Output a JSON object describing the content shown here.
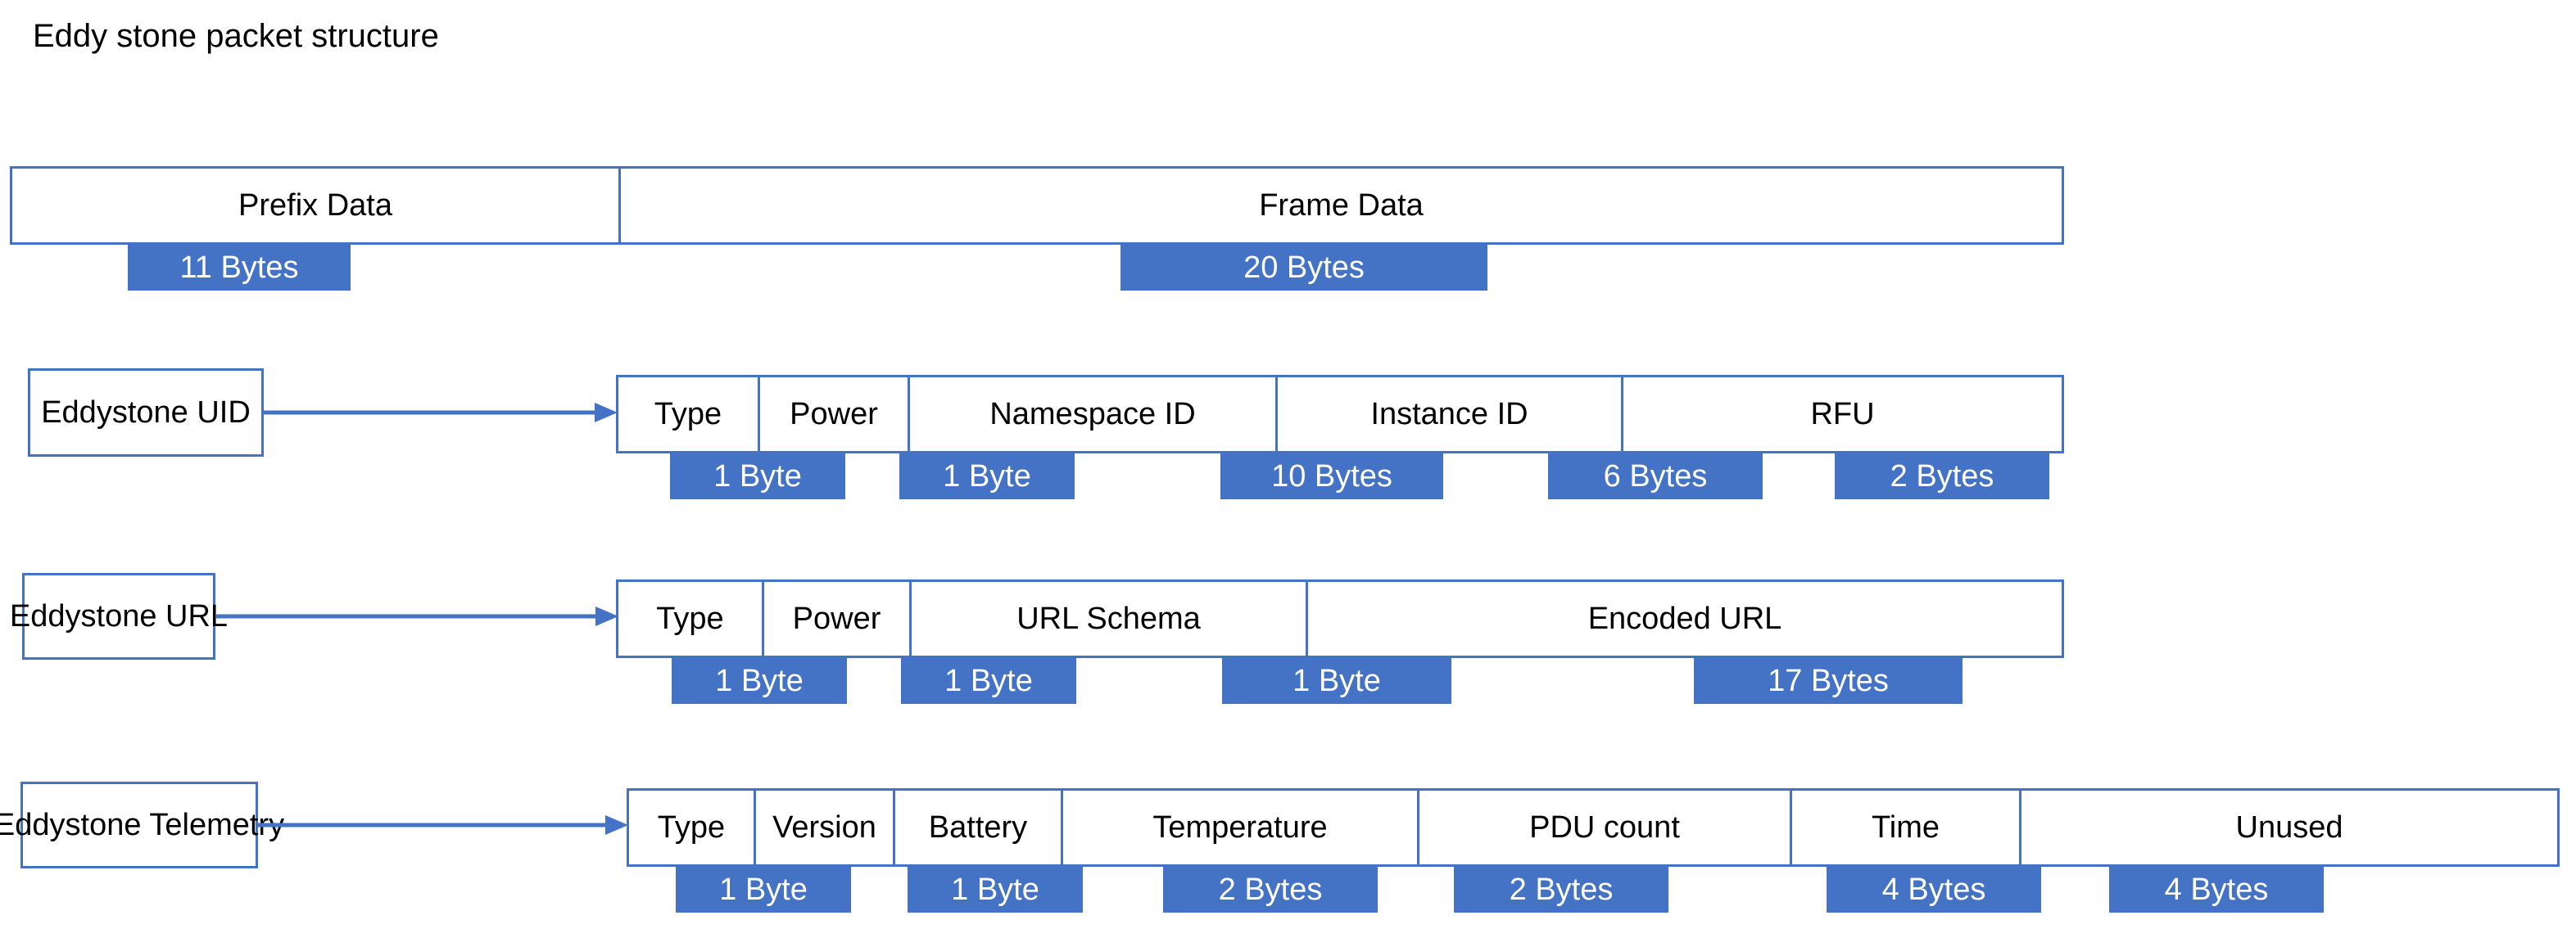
{
  "title": "Eddy stone packet structure",
  "colors": {
    "accent_blue": "#4472C4",
    "box_fill": "#FFFFFF",
    "text": "#000000",
    "chip_text": "#FFFFFF"
  },
  "rows": [
    {
      "id": "packet-overview",
      "label": null,
      "segments": [
        {
          "name": "Prefix Data",
          "size": "11 Bytes"
        },
        {
          "name": "Frame Data",
          "size": "20 Bytes"
        }
      ]
    },
    {
      "id": "eddystone-uid",
      "label": "Eddystone UID",
      "segments": [
        {
          "name": "Type",
          "size": "1 Byte"
        },
        {
          "name": "Power",
          "size": "1 Byte"
        },
        {
          "name": "Namespace ID",
          "size": "10 Bytes"
        },
        {
          "name": "Instance ID",
          "size": "6 Bytes"
        },
        {
          "name": "RFU",
          "size": "2 Bytes"
        }
      ]
    },
    {
      "id": "eddystone-url",
      "label": "Eddystone URL",
      "segments": [
        {
          "name": "Type",
          "size": "1 Byte"
        },
        {
          "name": "Power",
          "size": "1 Byte"
        },
        {
          "name": "URL Schema",
          "size": "1 Byte"
        },
        {
          "name": "Encoded URL",
          "size": "17 Bytes"
        }
      ]
    },
    {
      "id": "eddystone-telemetry",
      "label": "Eddystone Telemetry",
      "segments": [
        {
          "name": "Type",
          "size": "1 Byte"
        },
        {
          "name": "Version",
          "size": "1 Byte"
        },
        {
          "name": "Battery",
          "size": "2 Bytes"
        },
        {
          "name": "Temperature",
          "size": "2 Bytes"
        },
        {
          "name": "PDU count",
          "size": "4 Bytes"
        },
        {
          "name": "Time",
          "size": "4 Bytes"
        },
        {
          "name": "Unused",
          "size": ""
        }
      ]
    }
  ]
}
